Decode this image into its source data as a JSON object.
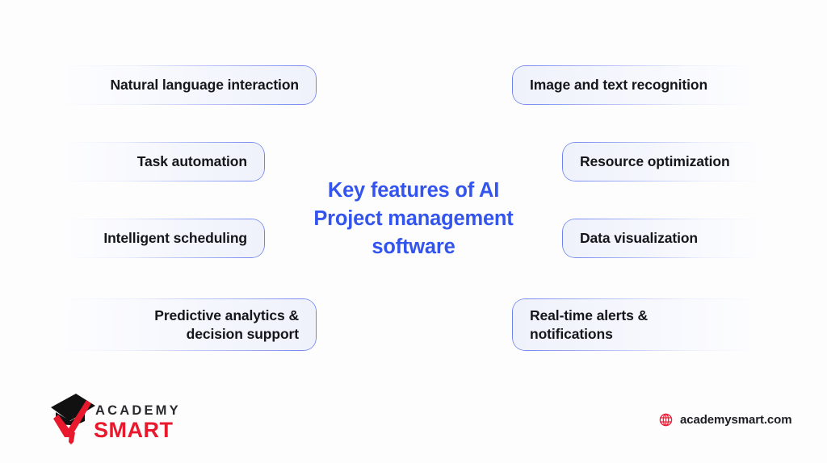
{
  "background_color": "#fdfdfe",
  "accent_color": "#3355ee",
  "pill_border_color": "#6e83ee",
  "pill_fill_color": "#eff2fb",
  "brand_red": "#e8192c",
  "title": {
    "line1": "Key features of AI",
    "line2": "Project management",
    "line3": "software",
    "full": "Key features of AI\nProject management\nsoftware"
  },
  "features": {
    "left": [
      {
        "label": "Natural language interaction"
      },
      {
        "label": "Task automation"
      },
      {
        "label": "Intelligent scheduling"
      },
      {
        "label": "Predictive analytics &\ndecision support"
      }
    ],
    "right": [
      {
        "label": "Image and text recognition"
      },
      {
        "label": "Resource optimization"
      },
      {
        "label": "Data visualization"
      },
      {
        "label": "Real-time alerts &\nnotifications"
      }
    ]
  },
  "logo": {
    "word_top": "ACADEMY",
    "word_bottom": "SMART",
    "cap_icon": "graduation-cap-icon",
    "check_icon": "red-check-pen-icon"
  },
  "footer": {
    "globe_icon": "globe-icon",
    "url": "academysmart.com"
  }
}
